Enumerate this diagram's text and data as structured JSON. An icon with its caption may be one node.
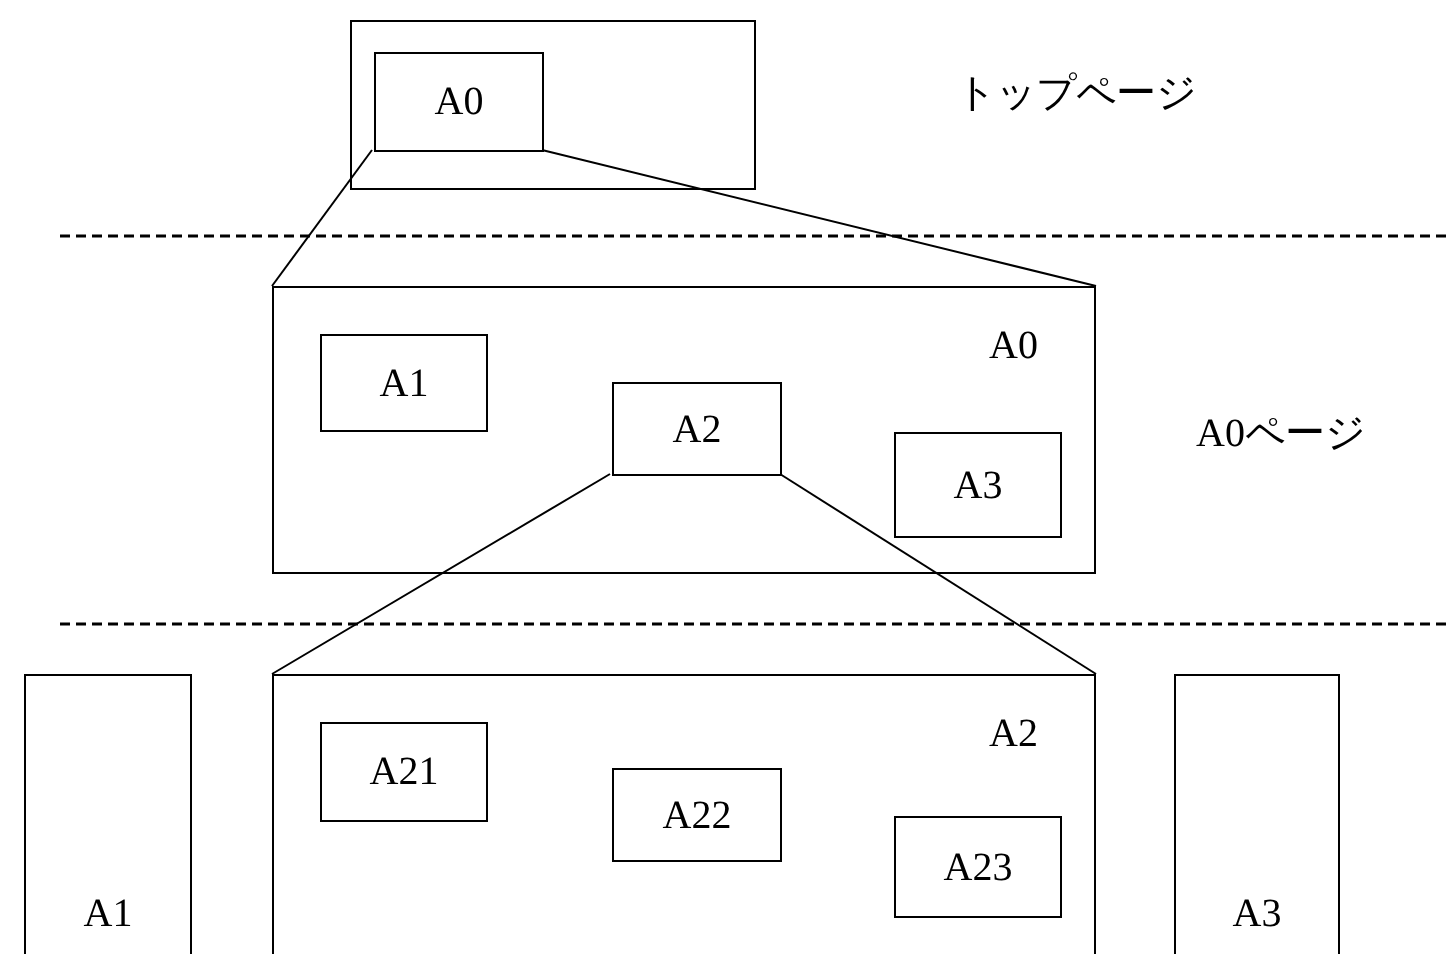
{
  "diagram": {
    "nodes": [
      {
        "text": [],
        "shape": "box"
      },
      {
        "text": [
          "A0"
        ],
        "in": 0
      },
      {
        "text": [
          "A0"
        ]
      },
      {
        "text": [
          "A1"
        ],
        "in": 2
      },
      {
        "text": [
          "A2"
        ],
        "in": 2
      },
      {
        "text": [
          "A3"
        ],
        "in": 2
      },
      {
        "text": [
          "A1"
        ]
      },
      {
        "text": [
          "A2"
        ]
      },
      {
        "text": [
          "A21"
        ],
        "in": 7
      },
      {
        "text": [
          "A22"
        ],
        "in": 7
      },
      {
        "text": [
          "A23"
        ],
        "in": 7
      },
      {
        "text": [
          "A3"
        ]
      }
    ],
    "edges": [
      {
        "from": 1,
        "to": 2,
        "arrow": "none"
      },
      {
        "from": 1,
        "to": 2,
        "arrow": "none"
      },
      {
        "from": 4,
        "to": 7,
        "arrow": "none"
      },
      {
        "from": 4,
        "to": 7,
        "arrow": "none"
      }
    ],
    "labels": [
      "トップページ",
      "A0ページ"
    ]
  }
}
